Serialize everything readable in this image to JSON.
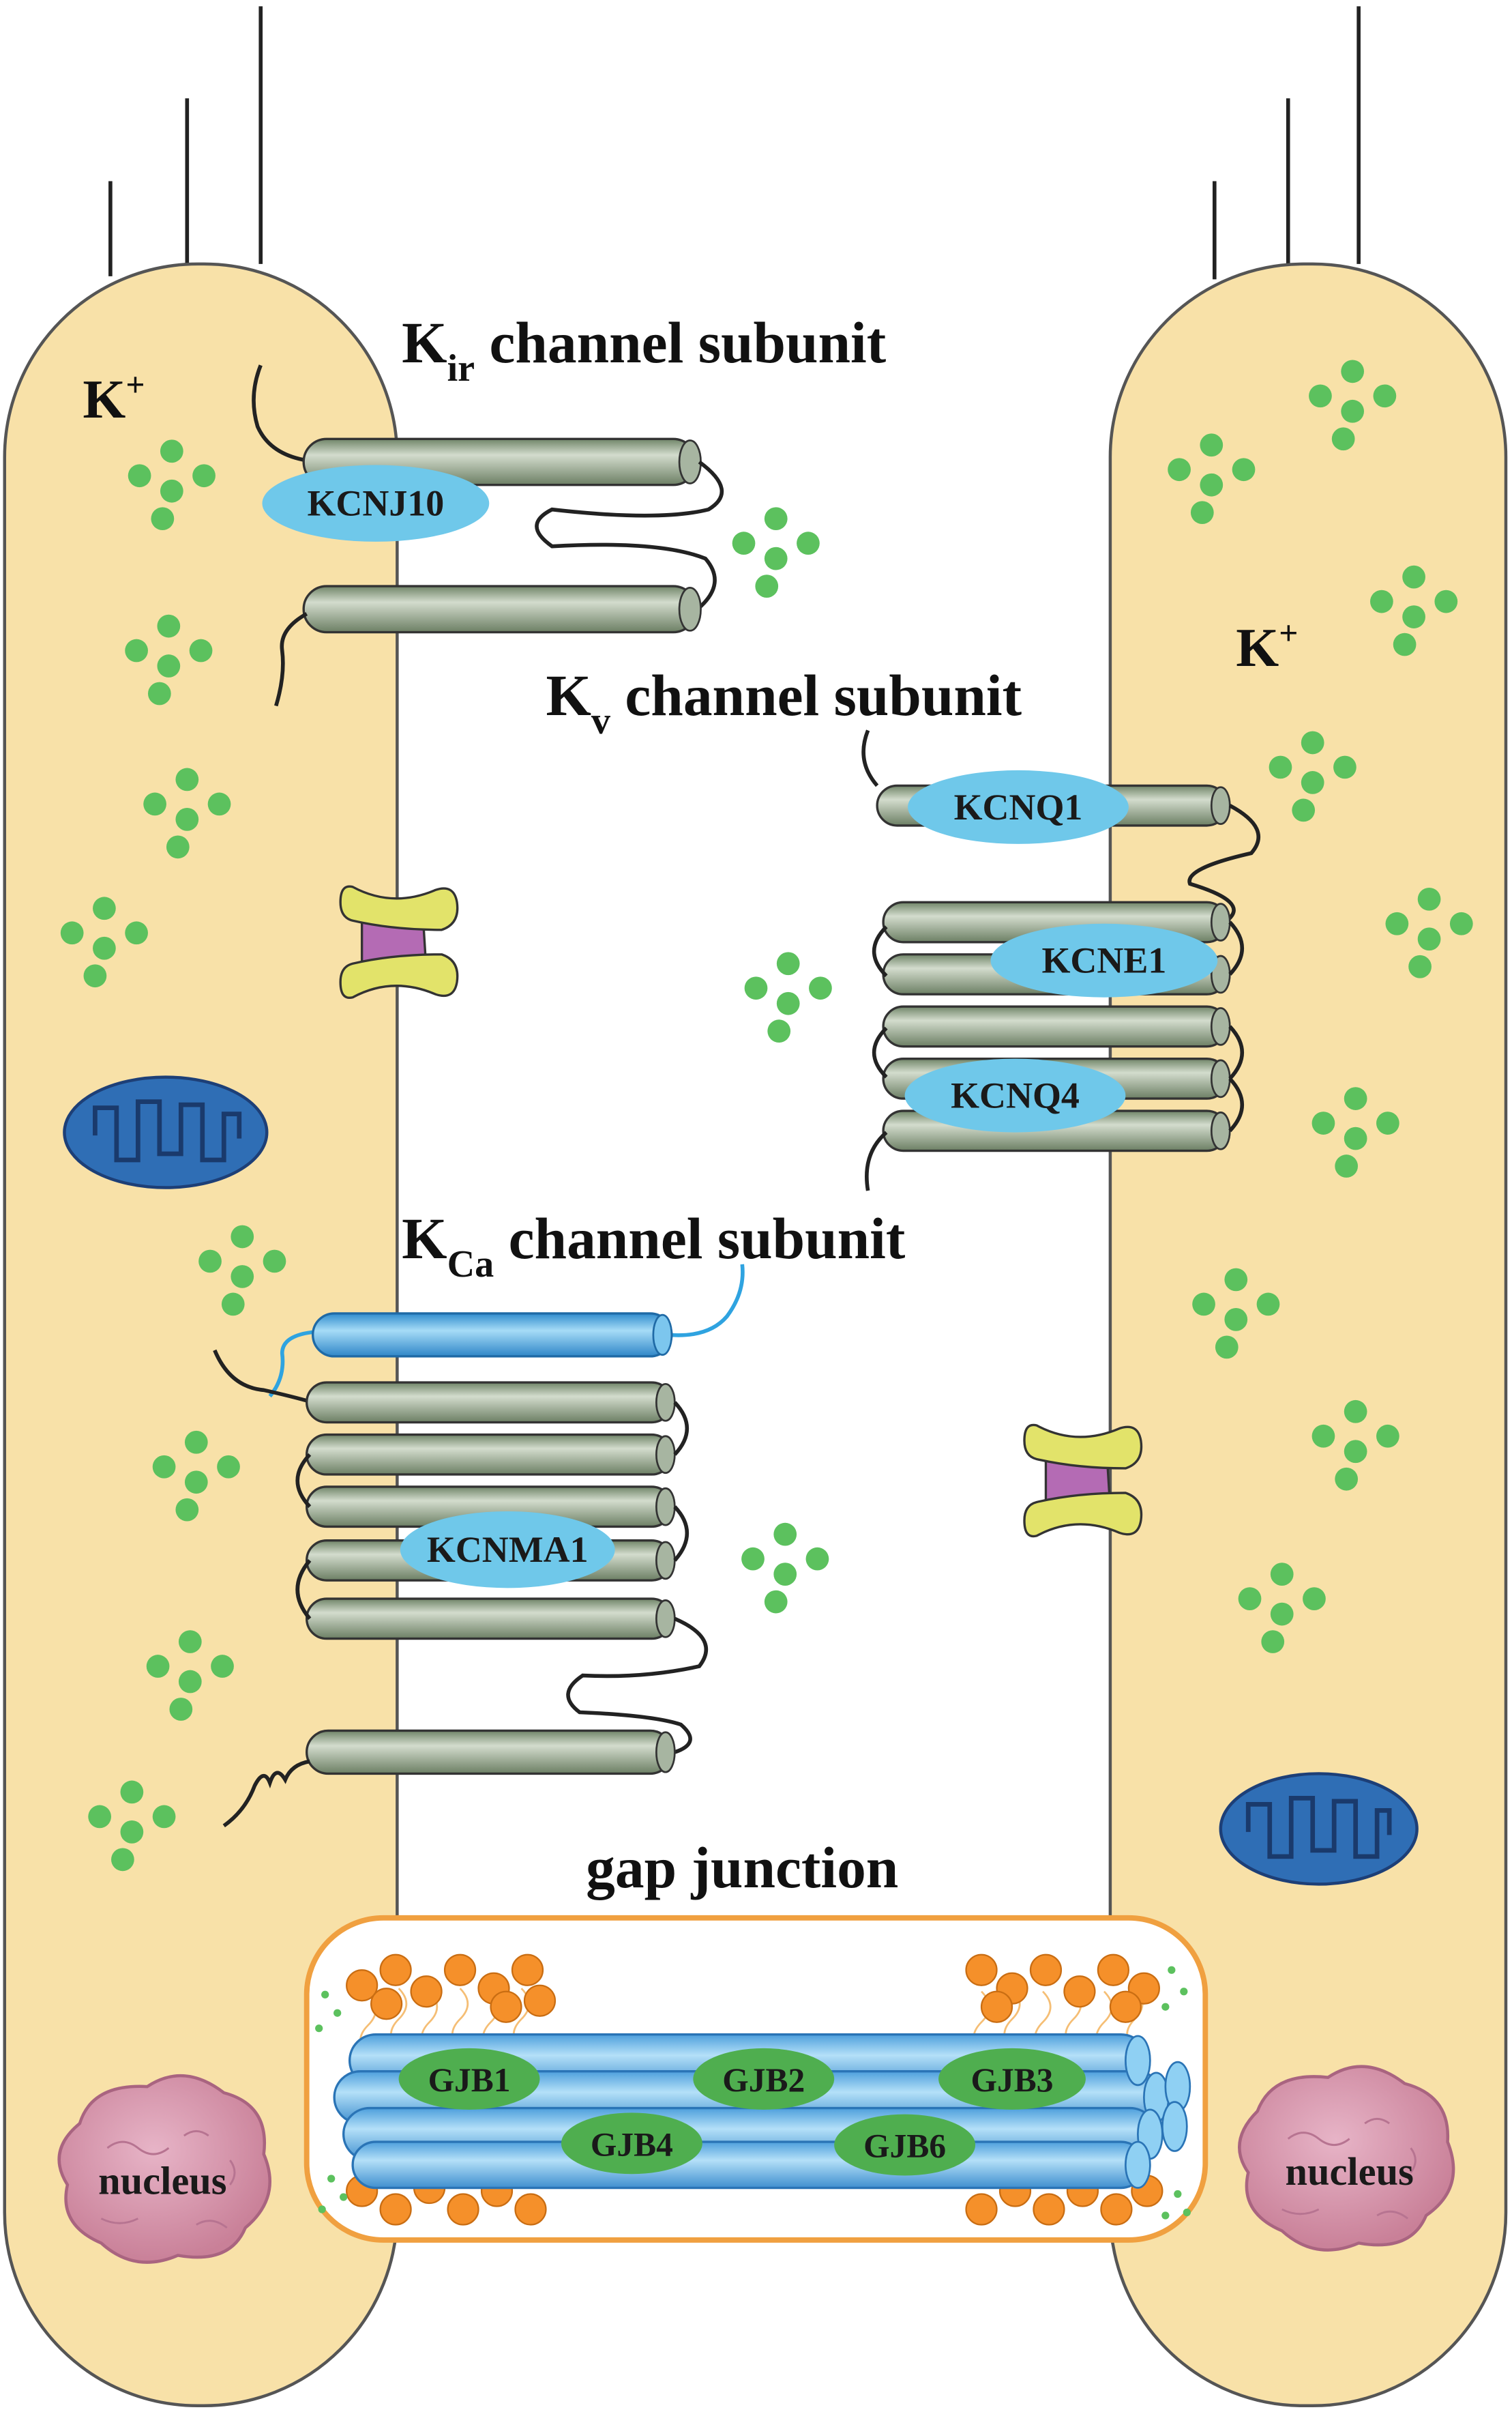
{
  "labels": {
    "k_plus_left_main": "K",
    "k_plus_left_sup": "+",
    "k_plus_right_main": "K",
    "k_plus_right_sup": "+",
    "kir_main": "K",
    "kir_sub": "ir",
    "kir_rest": " channel subunit",
    "kv_main": "K",
    "kv_sub": "v",
    "kv_rest": " channel subunit",
    "kca_main": "K",
    "kca_sub": "Ca",
    "kca_rest": " channel subunit",
    "gap_junction": "gap junction",
    "nucleus_left": "nucleus",
    "nucleus_right": "nucleus"
  },
  "genes": {
    "kcnj10": "KCNJ10",
    "kcnq1": "KCNQ1",
    "kcne1": "KCNE1",
    "kcnq4": "KCNQ4",
    "kcnma1": "KCNMA1",
    "gjb1": "GJB1",
    "gjb2": "GJB2",
    "gjb3": "GJB3",
    "gjb4": "GJB4",
    "gjb6": "GJB6"
  },
  "colors": {
    "cell_fill": "#f8e1a8",
    "cell_stroke": "#555555",
    "potassium_ion": "#5cc15e",
    "helix_green": "#8ea08a",
    "helix_blue": "#56aee0",
    "gene_label": "#6fc8ea",
    "gap_label": "#4fae4f",
    "mitochondrion": "#2f6eb5",
    "nucleus": "#cf8ea7",
    "exchanger_purple": "#b46bb4",
    "exchanger_yellow": "#e2e36a",
    "gap_border": "#f0a040",
    "lipid_orange": "#f5902a"
  }
}
